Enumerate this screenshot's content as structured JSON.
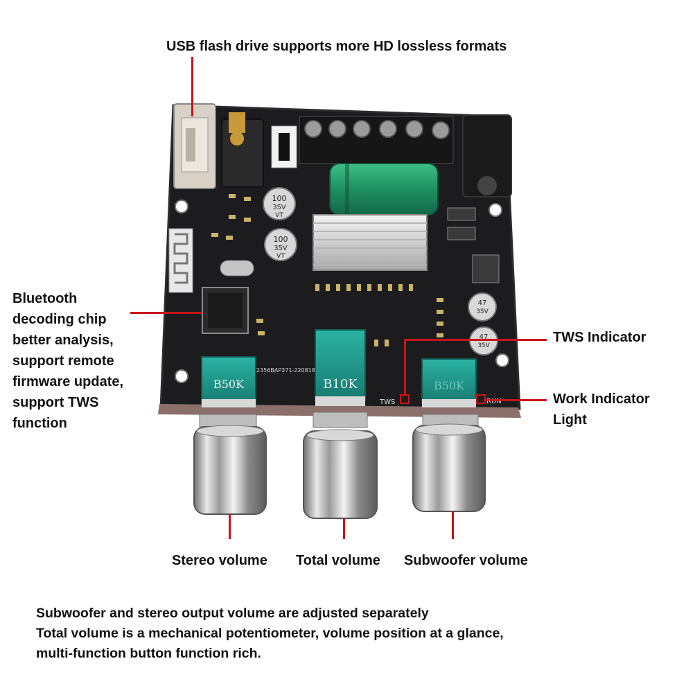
{
  "callouts": {
    "usb": "USB flash drive supports more HD lossless formats",
    "bluetooth": [
      "Bluetooth",
      "decoding chip",
      "better analysis,",
      "support remote",
      "firmware update,",
      "support TWS",
      "function"
    ],
    "tws_indicator": "TWS Indicator",
    "work_indicator": [
      "Work Indicator",
      "Light"
    ],
    "stereo_volume": "Stereo volume",
    "total_volume": "Total volume",
    "subwoofer_volume": "Subwoofer volume"
  },
  "board_markings": {
    "pot_left": "B50K",
    "pot_center": "B10K",
    "pot_right": "B50K",
    "cap_value": "100",
    "cap_voltage": "35V",
    "cap_type": "VT",
    "cap_small_value": "47",
    "tws_text": "TWS",
    "run_text": "RUN",
    "pcb_code": "2356BAP371-220818"
  },
  "footer": [
    "Subwoofer and stereo output volume are adjusted separately",
    "Total volume is a mechanical potentiometer, volume position at a glance,",
    "multi-function button function rich."
  ],
  "colors": {
    "accent_line": "#c8151b",
    "pcb": "#1c1c1e",
    "potentiometer": "#1e9a8c",
    "capacitor": "#1f8f62"
  }
}
